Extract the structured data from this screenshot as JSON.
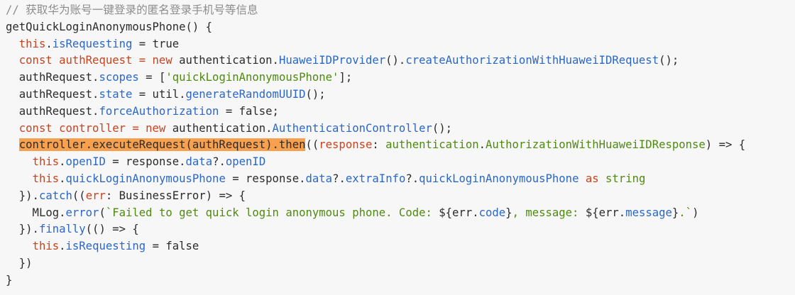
{
  "colors": {
    "background": "#f7f7f7",
    "text": "#2b2b2b",
    "comment": "#8c8c8c",
    "keyword": "#c8431f",
    "property": "#2a67c7",
    "string": "#4f8a10",
    "highlight": "#f7a04d"
  },
  "code": {
    "lines": [
      [
        [
          "comment",
          "// 获取华为账号一键登录的匿名登录手机号等信息"
        ]
      ],
      [
        [
          "plain",
          "getQuickLoginAnonymousPhone() {"
        ]
      ],
      [
        [
          "plain",
          "  "
        ],
        [
          "kw",
          "this"
        ],
        [
          "plain",
          "."
        ],
        [
          "prop",
          "isRequesting"
        ],
        [
          "plain",
          " = true"
        ]
      ],
      [
        [
          "plain",
          "  "
        ],
        [
          "kw",
          "const authRequest = new "
        ],
        [
          "plain",
          "authentication."
        ],
        [
          "prop",
          "HuaweiIDProvider"
        ],
        [
          "plain",
          "()."
        ],
        [
          "prop",
          "createAuthorizationWithHuaweiIDRequest"
        ],
        [
          "plain",
          "();"
        ]
      ],
      [
        [
          "plain",
          "  authRequest."
        ],
        [
          "prop",
          "scopes"
        ],
        [
          "plain",
          " = ["
        ],
        [
          "str",
          "'quickLoginAnonymousPhone'"
        ],
        [
          "plain",
          "];"
        ]
      ],
      [
        [
          "plain",
          "  authRequest."
        ],
        [
          "prop",
          "state"
        ],
        [
          "plain",
          " = util."
        ],
        [
          "prop",
          "generateRandomUUID"
        ],
        [
          "plain",
          "();"
        ]
      ],
      [
        [
          "plain",
          "  authRequest."
        ],
        [
          "prop",
          "forceAuthorization"
        ],
        [
          "plain",
          " = false;"
        ]
      ],
      [
        [
          "plain",
          "  "
        ],
        [
          "kw",
          "const controller = new "
        ],
        [
          "plain",
          "authentication."
        ],
        [
          "prop",
          "AuthenticationController"
        ],
        [
          "plain",
          "();"
        ]
      ],
      [
        [
          "plain",
          "  "
        ],
        [
          "hl",
          "controller.executeRequest(authRequest).then"
        ],
        [
          "plain",
          "(("
        ],
        [
          "kw",
          "response"
        ],
        [
          "plain",
          ": "
        ],
        [
          "type",
          "authentication"
        ],
        [
          "plain",
          "."
        ],
        [
          "type",
          "AuthorizationWithHuaweiIDResponse"
        ],
        [
          "plain",
          ") => {"
        ]
      ],
      [
        [
          "plain",
          "    "
        ],
        [
          "kw",
          "this"
        ],
        [
          "plain",
          "."
        ],
        [
          "prop",
          "openID"
        ],
        [
          "plain",
          " = response."
        ],
        [
          "prop",
          "data"
        ],
        [
          "plain",
          "?."
        ],
        [
          "prop",
          "openID"
        ]
      ],
      [
        [
          "plain",
          "    "
        ],
        [
          "kw",
          "this"
        ],
        [
          "plain",
          "."
        ],
        [
          "prop",
          "quickLoginAnonymousPhone"
        ],
        [
          "plain",
          " = response."
        ],
        [
          "prop",
          "data"
        ],
        [
          "plain",
          "?."
        ],
        [
          "prop",
          "extraInfo"
        ],
        [
          "plain",
          "?."
        ],
        [
          "prop",
          "quickLoginAnonymousPhone"
        ],
        [
          "plain",
          " "
        ],
        [
          "kw",
          "as"
        ],
        [
          "plain",
          " "
        ],
        [
          "type",
          "string"
        ]
      ],
      [
        [
          "plain",
          "  })."
        ],
        [
          "prop",
          "catch"
        ],
        [
          "plain",
          "(("
        ],
        [
          "kw",
          "err"
        ],
        [
          "plain",
          ": "
        ],
        [
          "plain",
          "BusinessError) => {"
        ]
      ],
      [
        [
          "plain",
          "    MLog."
        ],
        [
          "prop",
          "error"
        ],
        [
          "plain",
          "("
        ],
        [
          "str",
          "`Failed to get quick login anonymous phone. Code: "
        ],
        [
          "plain",
          "${err."
        ],
        [
          "prop",
          "code"
        ],
        [
          "plain",
          "}"
        ],
        [
          "str",
          ", message: "
        ],
        [
          "plain",
          "${err."
        ],
        [
          "prop",
          "message"
        ],
        [
          "plain",
          "}"
        ],
        [
          "str",
          ".`"
        ],
        [
          "plain",
          ")"
        ]
      ],
      [
        [
          "plain",
          "  })."
        ],
        [
          "prop",
          "finally"
        ],
        [
          "plain",
          "(() => {"
        ]
      ],
      [
        [
          "plain",
          "    "
        ],
        [
          "kw",
          "this"
        ],
        [
          "plain",
          "."
        ],
        [
          "prop",
          "isRequesting"
        ],
        [
          "plain",
          " = false"
        ]
      ],
      [
        [
          "plain",
          "  })"
        ]
      ],
      [
        [
          "plain",
          "}"
        ]
      ]
    ]
  }
}
